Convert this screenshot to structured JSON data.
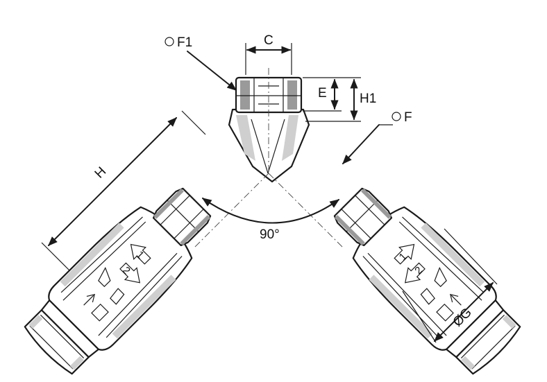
{
  "labels": {
    "f1": "F1",
    "c": "C",
    "e": "E",
    "h1": "H1",
    "f": "F",
    "h": "H",
    "angle": "90°",
    "g": "G",
    "phi": "Ø"
  },
  "markings": {
    "position_1": "1",
    "position_2": "2"
  },
  "colors": {
    "line": "#1a1a1a",
    "shade": "#cfcfcf",
    "background": "#ffffff"
  }
}
